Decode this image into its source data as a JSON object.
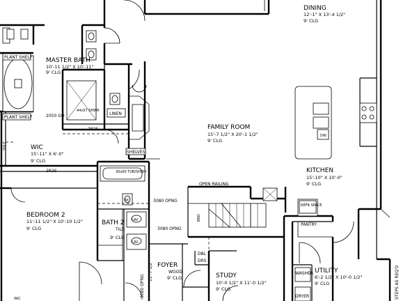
{
  "rooms": {
    "dining": {
      "name": "DINING",
      "dims": "12'-1\" X 13'-4 1/2\"",
      "ceiling": "9' CLG"
    },
    "master_bath": {
      "name": "MASTER BATH",
      "dims": "10'-11 1/2\" X 10'-11\"",
      "ceiling": "9' CLG"
    },
    "family_room": {
      "name": "FAMILY ROOM",
      "dims": "15'-7 1/2\" X 20'-1 1/2\"",
      "ceiling": "9' CLG"
    },
    "wic": {
      "name": "WIC",
      "dims": "15'-11\" X 6'-0\"",
      "ceiling": "9' CLG"
    },
    "kitchen": {
      "name": "KITCHEN",
      "dims": "15'-10\" X 10'-0\"",
      "ceiling": "9' CLG"
    },
    "bedroom2": {
      "name": "BEDROOM 2",
      "dims": "11'-11 1/2\" X 10'-10 1/2\"",
      "ceiling": "9' CLG"
    },
    "bath2": {
      "name": "BATH 2",
      "ceiling": "9' CLG"
    },
    "foyer": {
      "name": "FOYER",
      "ceiling": "9' CLG"
    },
    "study": {
      "name": "STUDY",
      "dims": "10'-0 1/2\" X 11'-0 1/2\"",
      "ceiling": "9' CLG"
    },
    "utility": {
      "name": "UTILITY",
      "dims": "6'-2 1/2\" X 10'-0 1/2\"",
      "ceiling": "9' CLG"
    }
  },
  "labels": {
    "plant_shelf_top": "PLANT SHELF",
    "plant_shelf_bottom": "PLANT SHELF",
    "shwr": "44x57 SHWR",
    "linen": "LINEN",
    "window_2050": "2050 GO",
    "shelf_2r2s_top": "2R2S",
    "shelves": "SHELVES",
    "shelf_2r2s_mid": "2R2S",
    "shelf_left": "SHLF",
    "tub": "30x60 TUB/SHWR",
    "open_railing": "OPEN RAILING",
    "refr": "REFR SPACE",
    "pantry": "PANTRY",
    "opng_3080_top": "3080 OPNG",
    "opng_3080_bottom": "3080 OPNG",
    "lav_upper": "LAV",
    "lav_lower": "LAV",
    "tile": "TILE",
    "brd": "BRD",
    "wood": "WOOD",
    "dbl": "DBL",
    "drs": "DRS",
    "washer": "WASHER",
    "dryer": "DRYER",
    "dim_11_7": "11'-7 1/2\"",
    "opng_3080_vert": "3080 OPNG",
    "steps": "STEPS AS REQ'D",
    "mc": "WIC",
    "dw": "DW",
    "wc": "WC"
  }
}
